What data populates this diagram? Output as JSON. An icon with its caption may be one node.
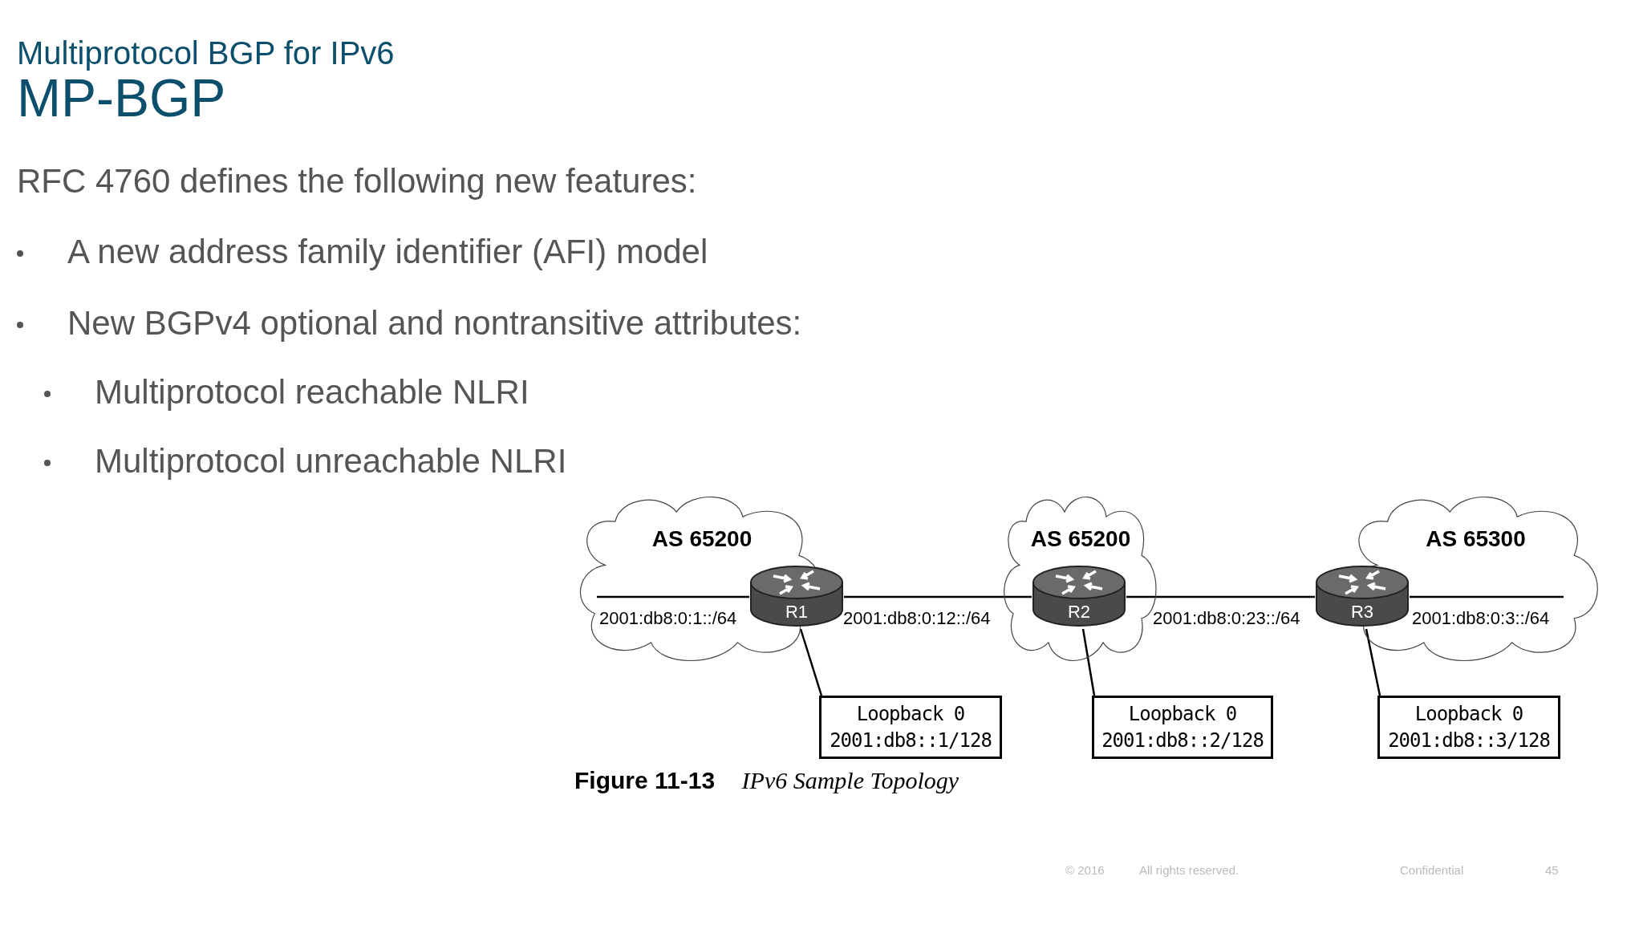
{
  "diagram": {
    "title": "Multiprotocol BGP for IPv6",
    "caption": "**Figure 11-13** *IPv6 Sample Topology*",
    "nodes": [
      {
        "text": [
          "AS 65200"
        ]
      },
      {
        "text": [
          "AS 65200"
        ]
      },
      {
        "text": [
          "AS 65300"
        ]
      },
      {
        "text": [
          "R1"
        ]
      },
      {
        "text": [
          "R2"
        ],
        "in": 1
      },
      {
        "text": [
          "R3"
        ]
      },
      {
        "text": [
          "Loopback 0",
          "2001:db8::1/128"
        ]
      },
      {
        "text": [
          "Loopback 0",
          "2001:db8::2/128"
        ]
      },
      {
        "text": [
          "Loopback 0",
          "2001:db8::3/128"
        ]
      }
    ],
    "edges": [
      {
        "from": 0,
        "to": 3,
        "arrow": "none",
        "label": "2001:db8:0:1::/64"
      },
      {
        "from": 3,
        "to": 4,
        "arrow": "none",
        "label": "2001:db8:0:12::/64"
      },
      {
        "from": 4,
        "to": 5,
        "arrow": "none",
        "label": "2001:db8:0:23::/64"
      },
      {
        "from": 5,
        "to": 2,
        "arrow": "none",
        "label": "2001:db8:0:3::/64"
      },
      {
        "from": 3,
        "to": 6,
        "arrow": "none"
      },
      {
        "from": 4,
        "to": 7,
        "arrow": "none"
      },
      {
        "from": 5,
        "to": 8,
        "arrow": "none"
      }
    ],
    "labels": [
      "MP-BGP",
      "RFC 4760 defines the following new features:",
      "A new address family identifier (AFI) model",
      "New BGPv4 optional and nontransitive attributes:",
      "Multiprotocol reachable NLRI",
      "Multiprotocol unreachable NLRI",
      "© 2016",
      "All rights reserved.",
      "Confidential",
      "45"
    ]
  }
}
